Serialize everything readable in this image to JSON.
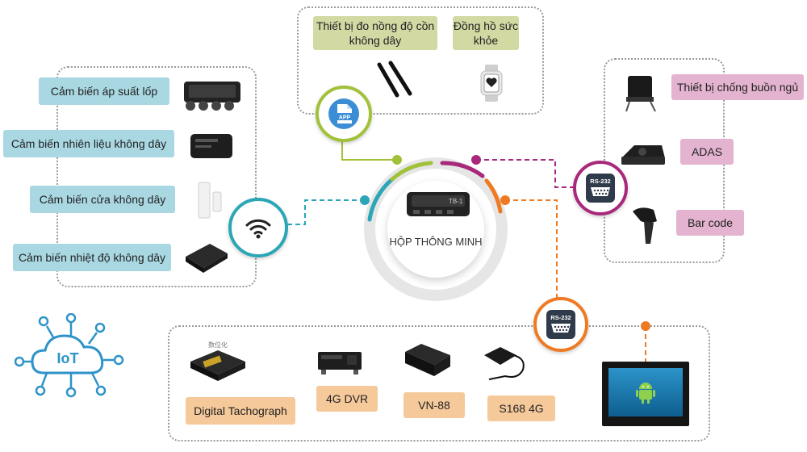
{
  "hub": {
    "title": "HỘP THÔNG MINH",
    "device_label": "TB-1"
  },
  "sensors": [
    {
      "label": "Cảm biến áp suất lốp"
    },
    {
      "label": "Cảm biến nhiên liệu không dây"
    },
    {
      "label": "Cảm biến cửa không dây"
    },
    {
      "label": "Cảm biến nhiệt độ không dây"
    }
  ],
  "app_devices": [
    {
      "label": "Thiết bị đo nồng độ cồn không dây"
    },
    {
      "label": "Đồng hồ sức khỏe"
    }
  ],
  "rs232_devices": [
    {
      "label": "Thiết bị chống buồn ngủ"
    },
    {
      "label": "ADAS"
    },
    {
      "label": "Bar code"
    }
  ],
  "bottom_devices": [
    {
      "label": "Digital Tachograph"
    },
    {
      "label": "4G DVR"
    },
    {
      "label": "VN-88"
    },
    {
      "label": "S168 4G"
    }
  ],
  "icons": {
    "app": "APP",
    "rs232_top": "RS-232",
    "rs232_bottom": "RS-232",
    "iot": "IoT",
    "tachograph_tag": "数位化"
  },
  "colors": {
    "wifi": "#2ba6b6",
    "app": "#a2c13a",
    "rs232_top": "#a8287c",
    "rs232_bottom": "#ee7b23",
    "iot": "#2d93c8"
  }
}
